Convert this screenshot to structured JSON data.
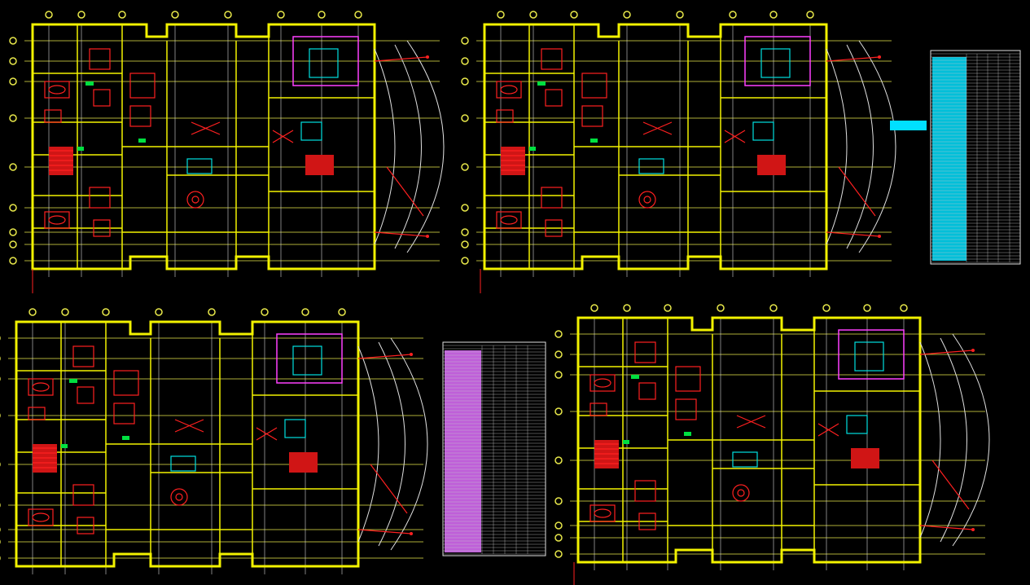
{
  "app": {
    "background": "#000000"
  },
  "colors": {
    "wall": "#f2f200",
    "grid": "#e8e84a",
    "furniture": "#ff2020",
    "accent_green": "#00e040",
    "accent_cyan": "#00e0e0",
    "accent_magenta": "#ff40ff"
  },
  "plans": [
    {
      "id": "plan-1"
    },
    {
      "id": "plan-2"
    },
    {
      "id": "plan-3"
    },
    {
      "id": "plan-4"
    }
  ],
  "schedules": [
    {
      "id": "schedule-cyan",
      "color": "#00e0ff"
    },
    {
      "id": "schedule-magenta",
      "color": "#e070ff"
    }
  ]
}
